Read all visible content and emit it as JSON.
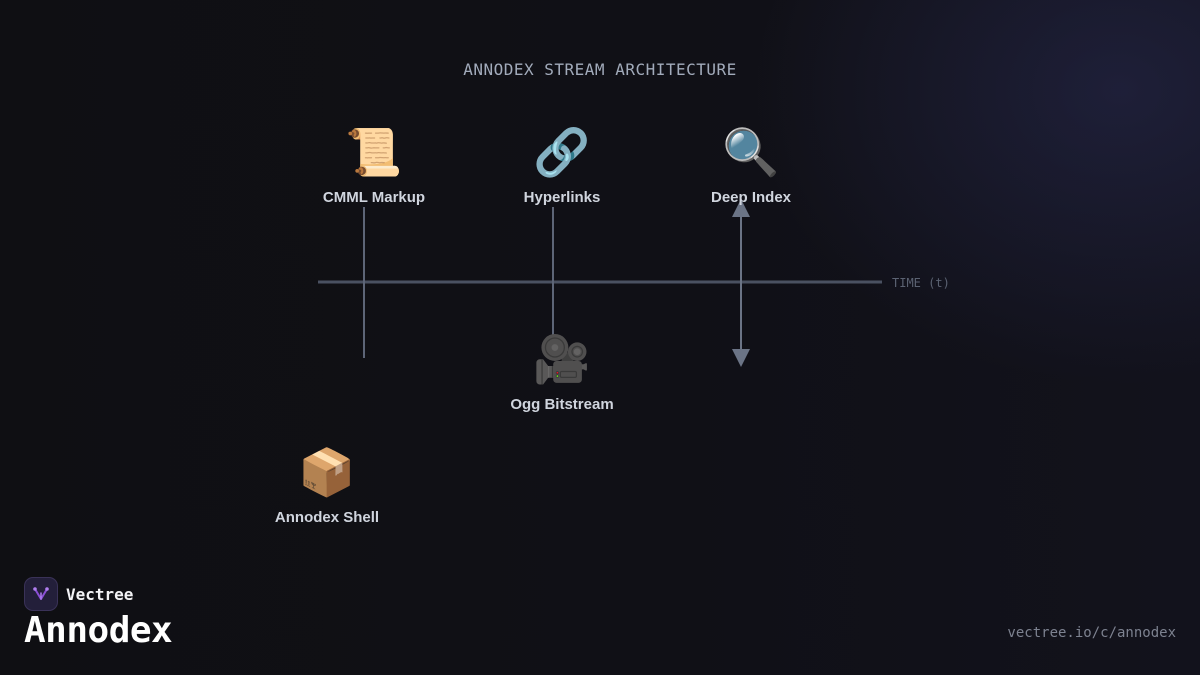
{
  "diagram": {
    "title": "ANNODEX STREAM ARCHITECTURE",
    "axis_label": "TIME (t)",
    "nodes": [
      {
        "id": "cmml",
        "icon": "scroll-icon",
        "glyph": "📜",
        "label": "CMML Markup"
      },
      {
        "id": "hyperlinks",
        "icon": "link-icon",
        "glyph": "🔗",
        "label": "Hyperlinks"
      },
      {
        "id": "deep-index",
        "icon": "magnifier-icon",
        "glyph": "🔍",
        "label": "Deep Index"
      },
      {
        "id": "ogg",
        "icon": "video-camera-icon",
        "glyph": "🎥",
        "label": "Ogg Bitstream"
      },
      {
        "id": "shell",
        "icon": "package-icon",
        "glyph": "📦",
        "label": "Annodex Shell"
      }
    ],
    "colors": {
      "axis": "#4a5161",
      "connector": "#5d6577",
      "arrow": "#6b7486"
    }
  },
  "footer": {
    "brand": "Vectree",
    "product": "Annodex",
    "url": "vectree.io/c/annodex",
    "logo_icon": "vectree-logo-icon",
    "logo_color": "#8a4fd6"
  }
}
